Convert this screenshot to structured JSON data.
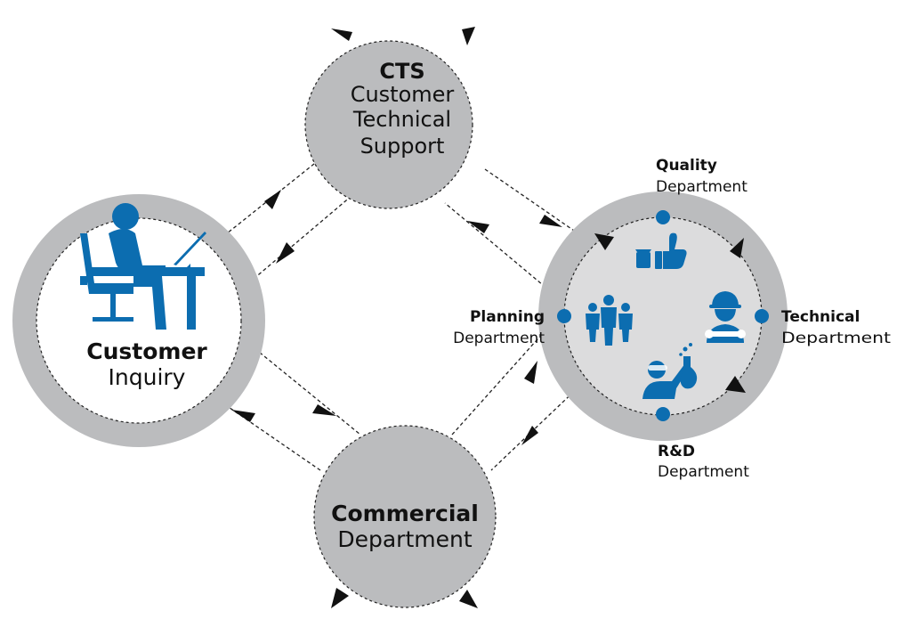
{
  "nodes": {
    "cts": {
      "title": "CTS",
      "lines": [
        "Customer",
        "Technical",
        "Support"
      ]
    },
    "customer": {
      "title": "Customer",
      "subtitle": "Inquiry"
    },
    "commercial": {
      "title": "Commercial",
      "subtitle": "Department"
    }
  },
  "departments": {
    "quality": {
      "name": "Quality",
      "sub": "Department",
      "icon": "thumbs-up-icon"
    },
    "technical": {
      "name": "Technical",
      "sub": "Department",
      "icon": "engineer-wrench-icon"
    },
    "rnd": {
      "name": "R&D",
      "sub": "Department",
      "icon": "scientist-icon"
    },
    "planning": {
      "name": "Planning",
      "sub": "Department",
      "icon": "team-people-icon"
    }
  },
  "colors": {
    "circle_gray": "#b8b9bb",
    "inner_light": "#dcdcdd",
    "accent_blue": "#0c6db0",
    "arrow": "#111111"
  }
}
